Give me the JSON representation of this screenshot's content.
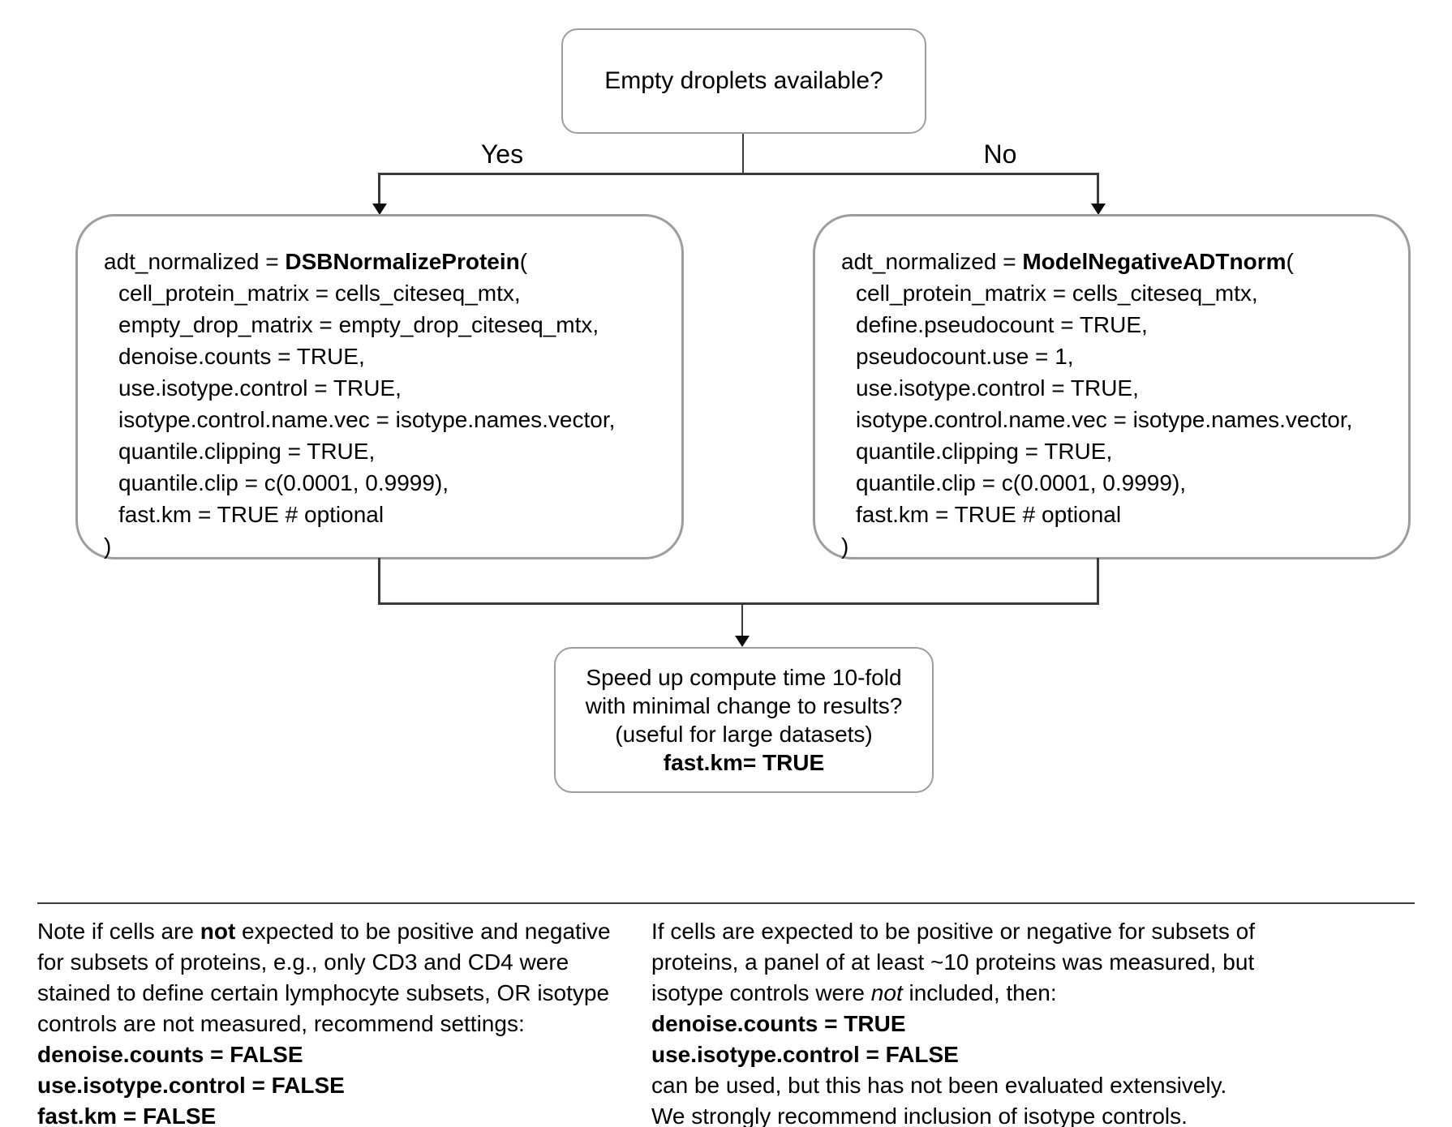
{
  "top_box": {
    "question": "Empty droplets available?"
  },
  "branches": {
    "yes_label": "Yes",
    "no_label": "No"
  },
  "left_box": {
    "assign": "adt_normalized = ",
    "func": "DSBNormalizeProtein",
    "open_paren": "(",
    "params": [
      "cell_protein_matrix = cells_citeseq_mtx,",
      "empty_drop_matrix = empty_drop_citeseq_mtx,",
      "denoise.counts = TRUE,",
      "use.isotype.control = TRUE,",
      "isotype.control.name.vec = isotype.names.vector,",
      "quantile.clipping = TRUE,",
      "quantile.clip = c(0.0001, 0.9999),",
      "fast.km = TRUE # optional"
    ],
    "close_paren": ")"
  },
  "right_box": {
    "assign": "adt_normalized = ",
    "func": "ModelNegativeADTnorm",
    "open_paren": "(",
    "params": [
      "cell_protein_matrix = cells_citeseq_mtx,",
      "define.pseudocount = TRUE,",
      "pseudocount.use = 1,",
      "use.isotype.control = TRUE,",
      "isotype.control.name.vec = isotype.names.vector,",
      "quantile.clipping = TRUE,",
      "quantile.clip = c(0.0001, 0.9999),",
      "fast.km = TRUE # optional"
    ],
    "close_paren": ")"
  },
  "result_box": {
    "line1": "Speed up compute time 10-fold",
    "line2": "with minimal change to results?",
    "line3": "(useful for large datasets)",
    "line4_bold": "fast.km= TRUE"
  },
  "notes": {
    "left": {
      "p1_pre": "Note if cells are ",
      "p1_bold": "not",
      "p1_post": " expected to be positive and negative",
      "p2": "for subsets of proteins, e.g., only CD3 and CD4 were",
      "p3": "stained to define certain lymphocyte subsets, OR isotype",
      "p4": "controls are not measured, recommend settings:",
      "s1": "denoise.counts = FALSE",
      "s2": "use.isotype.control = FALSE",
      "s3": "fast.km = FALSE"
    },
    "right": {
      "p1": "If cells are expected to be positive or negative for subsets of",
      "p2": "proteins, a panel of at least ~10 proteins was measured, but",
      "p3_pre": "isotype controls were ",
      "p3_italic": "not",
      "p3_post": " included, then:",
      "s1": "denoise.counts = TRUE",
      "s2": "use.isotype.control = FALSE",
      "p4": "can be used, but this has not been evaluated extensively.",
      "p5": "We strongly recommend inclusion of isotype controls."
    }
  }
}
